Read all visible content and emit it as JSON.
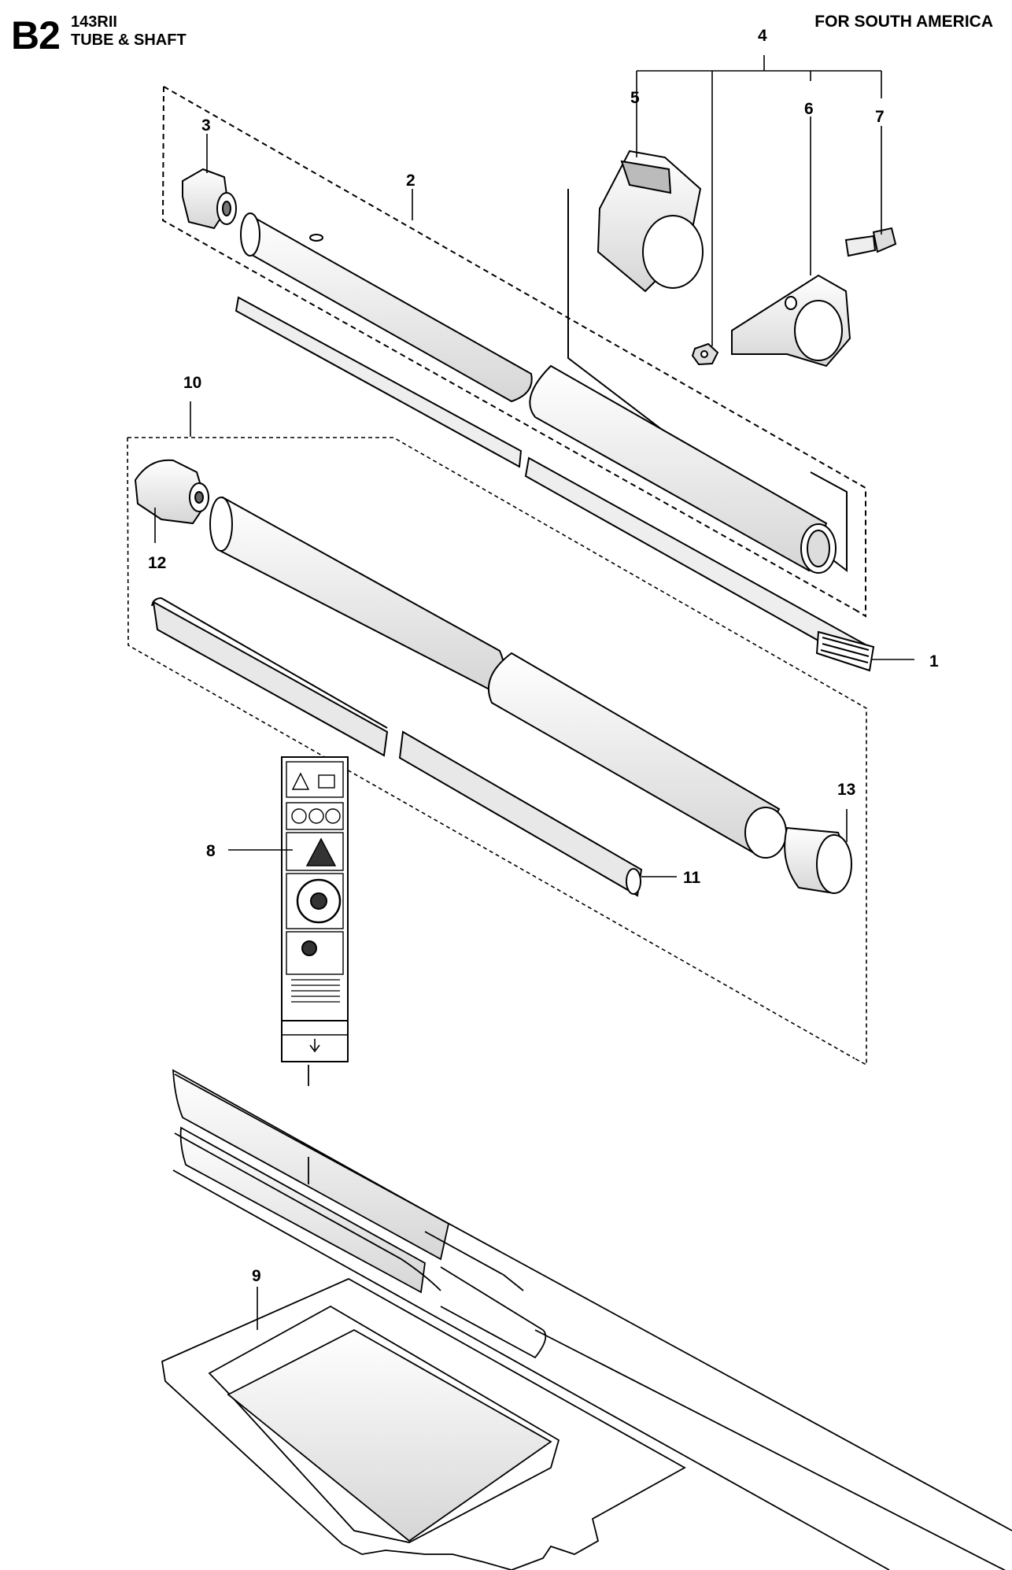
{
  "header": {
    "section_code": "B2",
    "model": "143RII",
    "section_title": "TUBE & SHAFT",
    "region": "FOR SOUTH AMERICA"
  },
  "callouts": [
    "1",
    "2",
    "3",
    "4",
    "5",
    "6",
    "7",
    "8",
    "9",
    "10",
    "11",
    "12",
    "13"
  ],
  "colors": {
    "ink": "#000000",
    "tone": "#c8c8c8",
    "paper": "#ffffff"
  }
}
